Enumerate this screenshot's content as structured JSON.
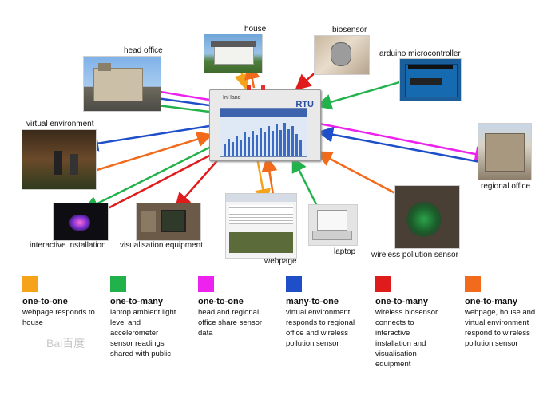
{
  "nodes": {
    "head_office": {
      "label": "head office"
    },
    "house": {
      "label": "house"
    },
    "biosensor": {
      "label": "biosensor"
    },
    "arduino": {
      "label": "arduino microcontroller"
    },
    "virtual_environment": {
      "label": "virtual environment"
    },
    "regional_office": {
      "label": "regional office"
    },
    "interactive_installation": {
      "label": "interactive installation"
    },
    "visualisation_equipment": {
      "label": "visualisation equipment"
    },
    "webpage": {
      "label": "webpage"
    },
    "laptop": {
      "label": "laptop"
    },
    "wireless_pollution_sensor": {
      "label": "wireless pollution sensor"
    }
  },
  "device": {
    "brand": "InHand",
    "badge": "RTU"
  },
  "colors": {
    "orange": "#f7a21b",
    "green": "#22b24c",
    "magenta": "#ee22ee",
    "blue": "#1f4fc8",
    "red": "#e01b1b",
    "dark_orange": "#f26a1b"
  },
  "legend": [
    {
      "color": "#f7a21b",
      "title": "one-to-one",
      "desc": "webpage responds to house"
    },
    {
      "color": "#22b24c",
      "title": "one-to-many",
      "desc": "laptop ambient light level and accelerometer sensor readings shared with public"
    },
    {
      "color": "#ee22ee",
      "title": "one-to-one",
      "desc": "head and regional office share sensor data"
    },
    {
      "color": "#1f4fc8",
      "title": "many-to-one",
      "desc": "virtual environment responds to regional office and wireless pollution sensor"
    },
    {
      "color": "#e01b1b",
      "title": "one-to-many",
      "desc": "wireless biosensor connects to interactive installation and visualisation equipment"
    },
    {
      "color": "#f26a1b",
      "title": "one-to-many",
      "desc": "webpage, house and virtual environment respond to wireless pollution sensor"
    }
  ],
  "watermark": "Bai百度"
}
